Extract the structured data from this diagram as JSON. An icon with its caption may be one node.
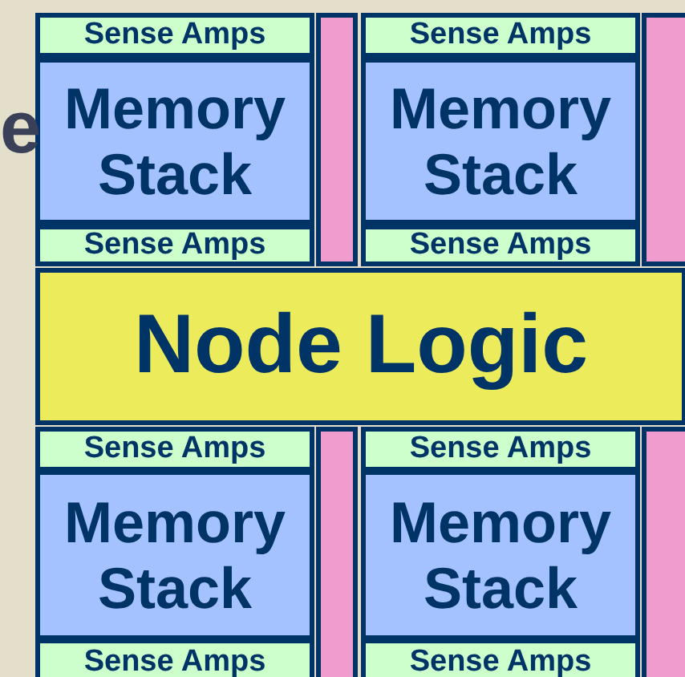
{
  "diagram": {
    "nodes": [
      {
        "text": [
          "Sense Amps"
        ]
      },
      {
        "text": [
          "Sense Amps"
        ]
      },
      {
        "text": [
          "Memory Stack"
        ]
      },
      {
        "text": [
          "Memory Stack"
        ]
      },
      {
        "text": [
          "Sense Amps"
        ]
      },
      {
        "text": [
          "Sense Amps"
        ]
      },
      {
        "text": [],
        "shape": "bar"
      },
      {
        "text": [],
        "shape": "bar"
      },
      {
        "text": [
          "Node Logic"
        ]
      },
      {
        "text": [
          "Sense Amps"
        ]
      },
      {
        "text": [
          "Sense Amps"
        ]
      },
      {
        "text": [
          "Memory Stack"
        ]
      },
      {
        "text": [
          "Memory Stack"
        ]
      },
      {
        "text": [
          "Sense Amps"
        ]
      },
      {
        "text": [
          "Sense Amps"
        ]
      },
      {
        "text": [],
        "shape": "bar"
      },
      {
        "text": [],
        "shape": "bar"
      }
    ],
    "labels": [
      "e"
    ]
  }
}
